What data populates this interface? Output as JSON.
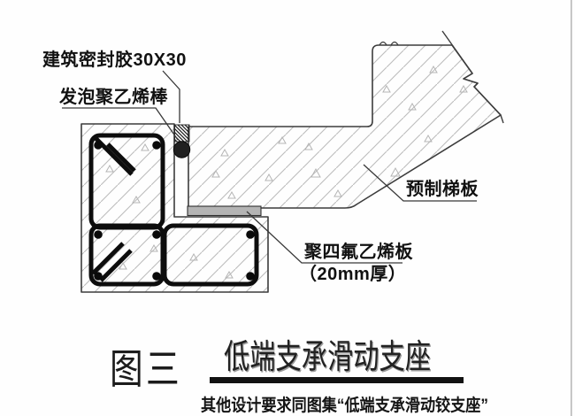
{
  "figure": {
    "labels": {
      "sealant": "建筑密封胶30X30",
      "foam_rod": "发泡聚乙烯棒",
      "precast_slab": "预制梯板",
      "ptfe_plate": "聚四氟乙烯板",
      "ptfe_thickness": "（20mm厚）"
    },
    "caption": {
      "number": "图三",
      "title": "低端支承滑动支座"
    },
    "note": "其他设计要求同图集“低端支承滑动铰支座”",
    "colors": {
      "outline": "#3c3c3c",
      "rebar": "#0d0d0d",
      "hatch": "#bcbcbc",
      "ptfe_fill": "#b4b4b4",
      "sealant_fill": "#1a1a1a",
      "edge_artifact": "#b9b9b9"
    }
  }
}
